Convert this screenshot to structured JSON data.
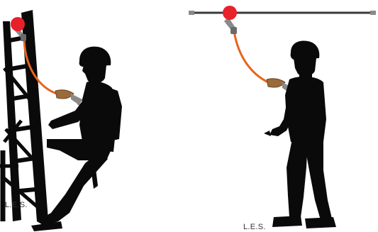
{
  "captions": {
    "left": "L.E.S.",
    "right": "L.E.S."
  },
  "colors": {
    "silhouette": "#0a0a0a",
    "anchor_point": "#e8202a",
    "lanyard": "#e8641e",
    "shock_absorber": "#9a6a3a",
    "hook_metal": "#8a8a8a",
    "lifeline": "#3a3a3a",
    "background": "#ffffff"
  },
  "scenes": [
    {
      "name": "ladder-climber",
      "anchor": "red-anchor-point",
      "connector": "orange-energy-absorbing-lanyard"
    },
    {
      "name": "standing-worker",
      "anchor": "red-anchor-point-on-horizontal-lifeline",
      "connector": "orange-energy-absorbing-lanyard"
    }
  ]
}
